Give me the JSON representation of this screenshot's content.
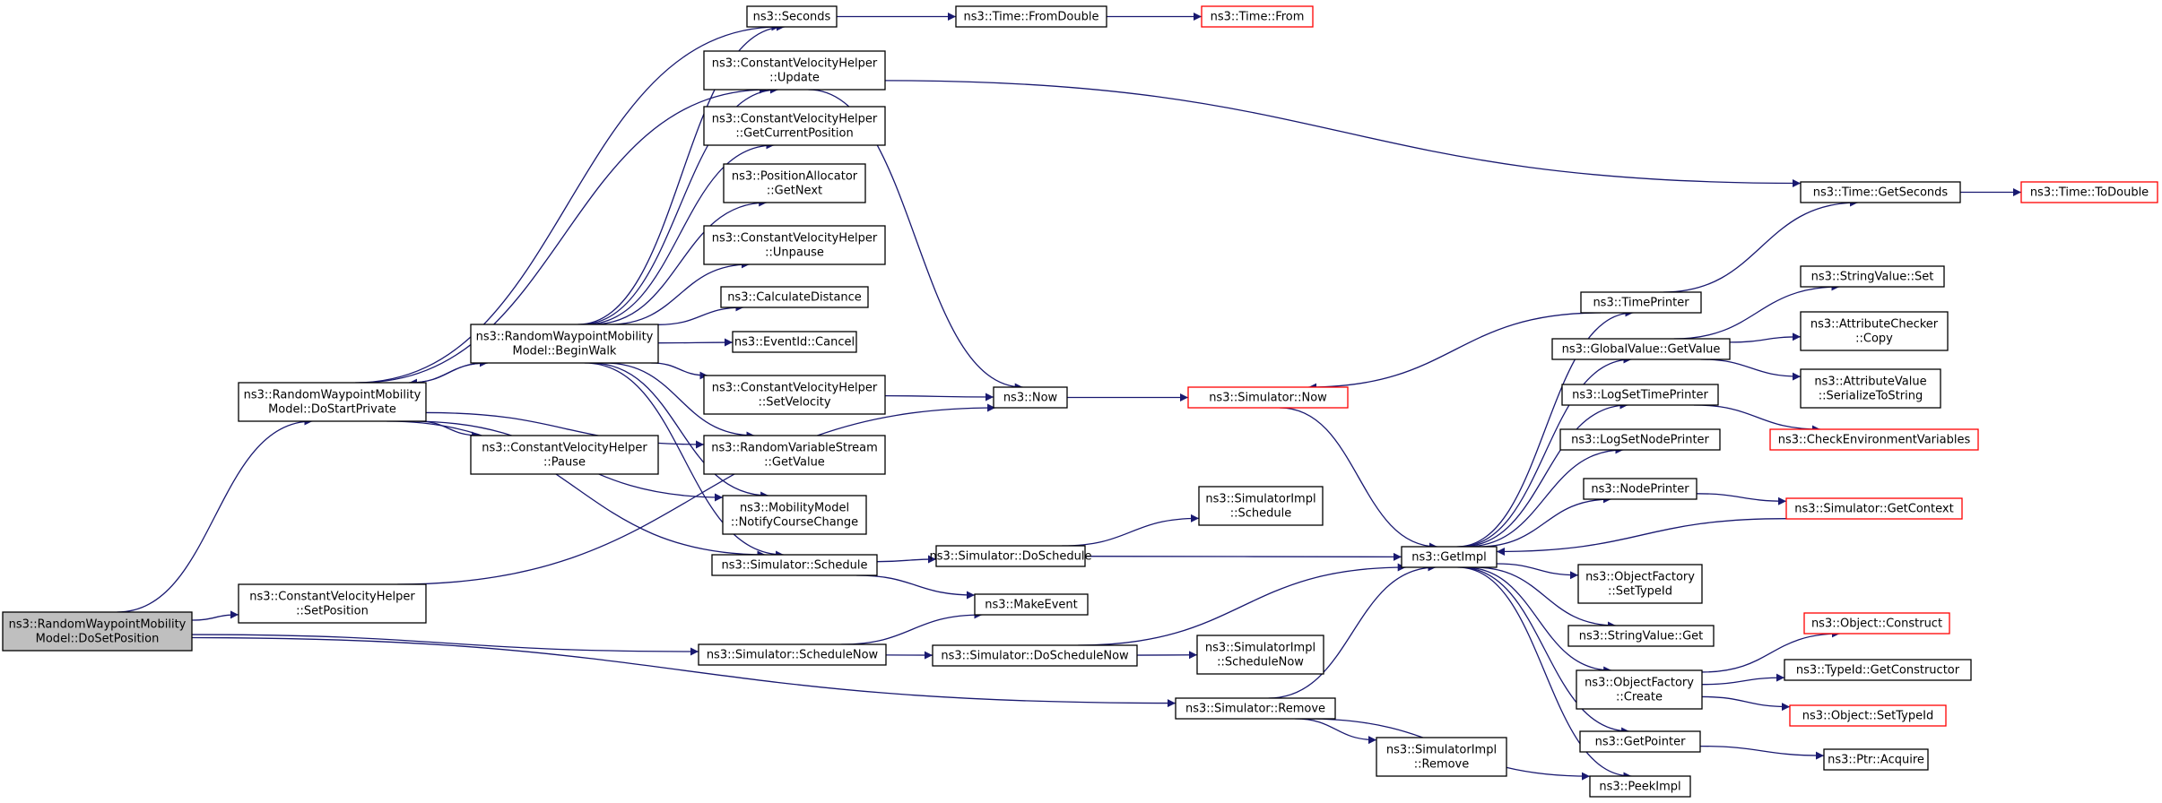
{
  "colors": {
    "edge": "#191970",
    "node_border": "#000000",
    "truncated_border": "#ff0000",
    "root_fill": "#bfbfbf"
  },
  "nodes": {
    "dosetposition": {
      "lines": [
        "ns3::RandomWaypointMobility",
        "Model::DoSetPosition"
      ],
      "style": "root"
    },
    "dostartprivate": {
      "lines": [
        "ns3::RandomWaypointMobility",
        "Model::DoStartPrivate"
      ]
    },
    "cvh_setposition": {
      "lines": [
        "ns3::ConstantVelocityHelper",
        "::SetPosition"
      ]
    },
    "schedulenow": {
      "lines": [
        "ns3::Simulator::ScheduleNow"
      ]
    },
    "sim_remove": {
      "lines": [
        "ns3::Simulator::Remove"
      ]
    },
    "beginwalk": {
      "lines": [
        "ns3::RandomWaypointMobility",
        "Model::BeginWalk"
      ]
    },
    "cvh_pause": {
      "lines": [
        "ns3::ConstantVelocityHelper",
        "::Pause"
      ]
    },
    "seconds": {
      "lines": [
        "ns3::Seconds"
      ]
    },
    "cvh_update": {
      "lines": [
        "ns3::ConstantVelocityHelper",
        "::Update"
      ]
    },
    "cvh_getcurrentposition": {
      "lines": [
        "ns3::ConstantVelocityHelper",
        "::GetCurrentPosition"
      ]
    },
    "positionallocator_getnext": {
      "lines": [
        "ns3::PositionAllocator",
        "::GetNext"
      ]
    },
    "cvh_unpause": {
      "lines": [
        "ns3::ConstantVelocityHelper",
        "::Unpause"
      ]
    },
    "calculatedistance": {
      "lines": [
        "ns3::CalculateDistance"
      ]
    },
    "eventid_cancel": {
      "lines": [
        "ns3::EventId::Cancel"
      ]
    },
    "cvh_setvelocity": {
      "lines": [
        "ns3::ConstantVelocityHelper",
        "::SetVelocity"
      ]
    },
    "rvs_getvalue": {
      "lines": [
        "ns3::RandomVariableStream",
        "::GetValue"
      ]
    },
    "mobility_notify": {
      "lines": [
        "ns3::MobilityModel",
        "::NotifyCourseChange"
      ]
    },
    "sim_schedule": {
      "lines": [
        "ns3::Simulator::Schedule"
      ]
    },
    "time_fromdouble": {
      "lines": [
        "ns3::Time::FromDouble"
      ]
    },
    "time_from": {
      "lines": [
        "ns3::Time::From"
      ],
      "style": "red"
    },
    "now": {
      "lines": [
        "ns3::Now"
      ]
    },
    "sim_doschedule": {
      "lines": [
        "ns3::Simulator::DoSchedule"
      ]
    },
    "makeevent": {
      "lines": [
        "ns3::MakeEvent"
      ]
    },
    "sim_doschedulenow": {
      "lines": [
        "ns3::Simulator::DoScheduleNow"
      ]
    },
    "sim_now": {
      "lines": [
        "ns3::Simulator::Now"
      ],
      "style": "red"
    },
    "simimpl_schedule": {
      "lines": [
        "ns3::SimulatorImpl",
        "::Schedule"
      ]
    },
    "simimpl_schedulenow": {
      "lines": [
        "ns3::SimulatorImpl",
        "::ScheduleNow"
      ]
    },
    "simimpl_remove": {
      "lines": [
        "ns3::SimulatorImpl",
        "::Remove"
      ]
    },
    "getimpl": {
      "lines": [
        "ns3::GetImpl"
      ]
    },
    "time_getseconds": {
      "lines": [
        "ns3::Time::GetSeconds"
      ]
    },
    "time_todouble": {
      "lines": [
        "ns3::Time::ToDouble"
      ],
      "style": "red"
    },
    "timeprinter": {
      "lines": [
        "ns3::TimePrinter"
      ]
    },
    "globalvalue_getvalue": {
      "lines": [
        "ns3::GlobalValue::GetValue"
      ]
    },
    "logsettimeprinter": {
      "lines": [
        "ns3::LogSetTimePrinter"
      ]
    },
    "logsetnodeprinter": {
      "lines": [
        "ns3::LogSetNodePrinter"
      ]
    },
    "nodeprinter": {
      "lines": [
        "ns3::NodePrinter"
      ]
    },
    "objectfactory_settypeid": {
      "lines": [
        "ns3::ObjectFactory",
        "::SetTypeId"
      ]
    },
    "stringvalue_get": {
      "lines": [
        "ns3::StringValue::Get"
      ]
    },
    "objectfactory_create": {
      "lines": [
        "ns3::ObjectFactory",
        "::Create"
      ]
    },
    "getpointer": {
      "lines": [
        "ns3::GetPointer"
      ]
    },
    "peekimpl": {
      "lines": [
        "ns3::PeekImpl"
      ]
    },
    "stringvalue_set": {
      "lines": [
        "ns3::StringValue::Set"
      ]
    },
    "attributechecker_copy": {
      "lines": [
        "ns3::AttributeChecker",
        "::Copy"
      ]
    },
    "attributevalue_serialize": {
      "lines": [
        "ns3::AttributeValue",
        "::SerializeToString"
      ]
    },
    "checkenvvars": {
      "lines": [
        "ns3::CheckEnvironmentVariables"
      ],
      "style": "red"
    },
    "sim_getcontext": {
      "lines": [
        "ns3::Simulator::GetContext"
      ],
      "style": "red"
    },
    "object_construct": {
      "lines": [
        "ns3::Object::Construct"
      ],
      "style": "red"
    },
    "typeid_getconstructor": {
      "lines": [
        "ns3::TypeId::GetConstructor"
      ]
    },
    "object_settypeid": {
      "lines": [
        "ns3::Object::SetTypeId"
      ],
      "style": "red"
    },
    "ptr_acquire": {
      "lines": [
        "ns3::Ptr::Acquire"
      ]
    }
  },
  "edges": [
    [
      "dosetposition",
      "dostartprivate"
    ],
    [
      "dosetposition",
      "cvh_setposition"
    ],
    [
      "dosetposition",
      "schedulenow"
    ],
    [
      "dosetposition",
      "sim_remove"
    ],
    [
      "dostartprivate",
      "beginwalk"
    ],
    [
      "dostartprivate",
      "seconds"
    ],
    [
      "dostartprivate",
      "cvh_update"
    ],
    [
      "dostartprivate",
      "cvh_pause"
    ],
    [
      "dostartprivate",
      "rvs_getvalue"
    ],
    [
      "dostartprivate",
      "mobility_notify"
    ],
    [
      "dostartprivate",
      "sim_schedule"
    ],
    [
      "beginwalk",
      "dostartprivate"
    ],
    [
      "beginwalk",
      "seconds"
    ],
    [
      "beginwalk",
      "cvh_update"
    ],
    [
      "beginwalk",
      "cvh_getcurrentposition"
    ],
    [
      "beginwalk",
      "positionallocator_getnext"
    ],
    [
      "beginwalk",
      "cvh_unpause"
    ],
    [
      "beginwalk",
      "calculatedistance"
    ],
    [
      "beginwalk",
      "eventid_cancel"
    ],
    [
      "beginwalk",
      "cvh_setvelocity"
    ],
    [
      "beginwalk",
      "rvs_getvalue"
    ],
    [
      "beginwalk",
      "mobility_notify"
    ],
    [
      "beginwalk",
      "sim_schedule"
    ],
    [
      "seconds",
      "time_fromdouble"
    ],
    [
      "time_fromdouble",
      "time_from"
    ],
    [
      "cvh_update",
      "now"
    ],
    [
      "cvh_update",
      "time_getseconds"
    ],
    [
      "cvh_setvelocity",
      "now"
    ],
    [
      "cvh_setposition",
      "now"
    ],
    [
      "now",
      "sim_now"
    ],
    [
      "sim_now",
      "getimpl"
    ],
    [
      "sim_schedule",
      "sim_doschedule"
    ],
    [
      "sim_schedule",
      "makeevent"
    ],
    [
      "sim_doschedule",
      "simimpl_schedule"
    ],
    [
      "sim_doschedule",
      "getimpl"
    ],
    [
      "schedulenow",
      "makeevent"
    ],
    [
      "schedulenow",
      "sim_doschedulenow"
    ],
    [
      "sim_doschedulenow",
      "getimpl"
    ],
    [
      "sim_doschedulenow",
      "simimpl_schedulenow"
    ],
    [
      "sim_remove",
      "getimpl"
    ],
    [
      "sim_remove",
      "simimpl_remove"
    ],
    [
      "sim_remove",
      "peekimpl"
    ],
    [
      "getimpl",
      "timeprinter"
    ],
    [
      "getimpl",
      "globalvalue_getvalue"
    ],
    [
      "getimpl",
      "logsettimeprinter"
    ],
    [
      "getimpl",
      "logsetnodeprinter"
    ],
    [
      "getimpl",
      "nodeprinter"
    ],
    [
      "getimpl",
      "objectfactory_settypeid"
    ],
    [
      "getimpl",
      "stringvalue_get"
    ],
    [
      "getimpl",
      "objectfactory_create"
    ],
    [
      "getimpl",
      "getpointer"
    ],
    [
      "getimpl",
      "peekimpl"
    ],
    [
      "timeprinter",
      "sim_now"
    ],
    [
      "timeprinter",
      "time_getseconds"
    ],
    [
      "time_getseconds",
      "time_todouble"
    ],
    [
      "globalvalue_getvalue",
      "stringvalue_set"
    ],
    [
      "globalvalue_getvalue",
      "attributechecker_copy"
    ],
    [
      "globalvalue_getvalue",
      "attributevalue_serialize"
    ],
    [
      "logsettimeprinter",
      "checkenvvars"
    ],
    [
      "nodeprinter",
      "sim_getcontext"
    ],
    [
      "sim_getcontext",
      "getimpl"
    ],
    [
      "objectfactory_create",
      "object_construct"
    ],
    [
      "objectfactory_create",
      "typeid_getconstructor"
    ],
    [
      "objectfactory_create",
      "object_settypeid"
    ],
    [
      "getpointer",
      "ptr_acquire"
    ]
  ]
}
